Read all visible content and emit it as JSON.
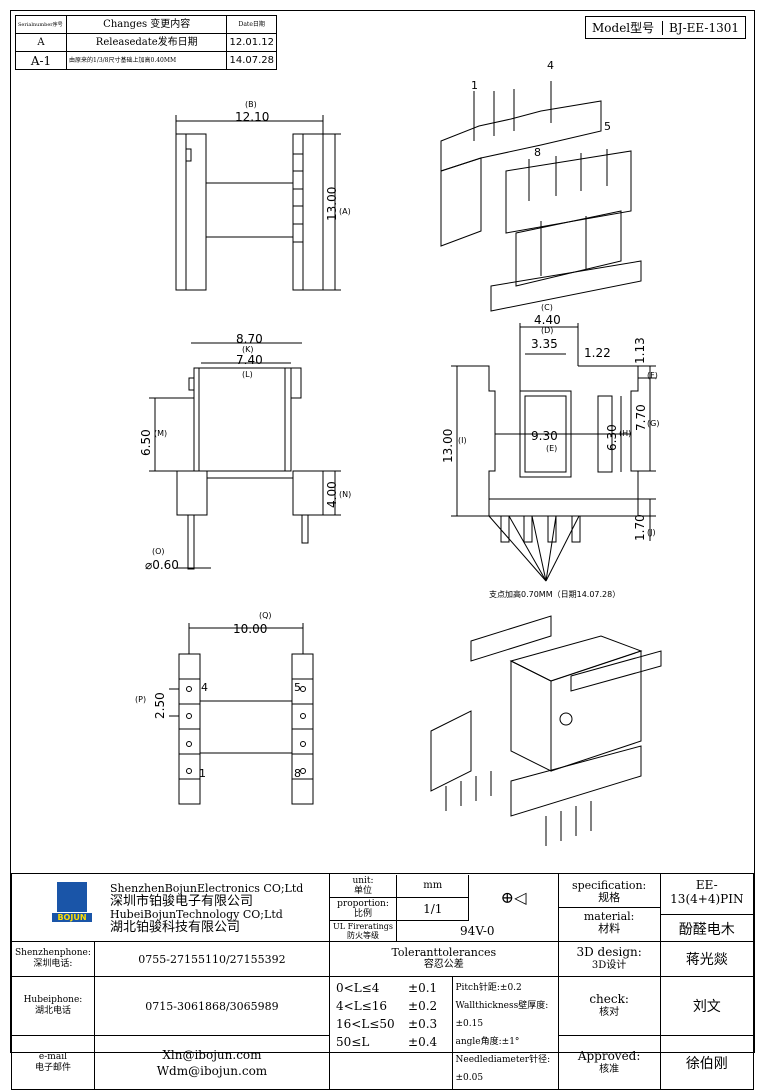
{
  "revision_table": {
    "headers": [
      "Serialnumber序号",
      "Changes 变更内容",
      "Date日期"
    ],
    "rows": [
      {
        "serial": "A",
        "change": "Releasedate发布日期",
        "date": "12.01.12"
      },
      {
        "serial": "A-1",
        "change": "由原来的1/3/8尺寸基础上加高0.40MM",
        "date": "14.07.28"
      }
    ]
  },
  "model": {
    "label": "Model型号",
    "value": "BJ-EE-1301"
  },
  "dims": {
    "front_width": "12.10",
    "front_width_tag": "(B)",
    "front_height": "13.00",
    "front_height_tag": "(A)",
    "k": "8.70",
    "k_tag": "(K)",
    "l": "7.40",
    "l_tag": "(L)",
    "m": "6.50",
    "m_tag": "(M)",
    "n": "4.00",
    "n_tag": "(N)",
    "o_tag": "(O)",
    "o": "⌀0.60",
    "q_tag": "(Q)",
    "q": "10.00",
    "p_tag": "(P)",
    "p": "2.50",
    "c_tag": "(C)",
    "c": "4.40",
    "d_tag": "(D)",
    "d": "3.35",
    "e1": "1.22",
    "f": "1.13",
    "f_tag": "(F)",
    "g": "7.70",
    "g_tag": "(G)",
    "h": "6.30",
    "h_tag": "(H)",
    "i": "13.00",
    "i_tag": "(I)",
    "e": "9.30",
    "e_tag": "(E)",
    "j": "1.70",
    "j_tag": "(J)",
    "note": "支点加高0.70MM（日期14.07.28）"
  },
  "pins": {
    "p1": "1",
    "p4": "4",
    "p5": "5",
    "p8": "8"
  },
  "title_block": {
    "company_en1": "ShenzhenBojunElectronics CO;Ltd",
    "company_cn1": "深圳市铂骏电子有限公司",
    "company_en2": "HubeiBojunTechnology CO;Ltd",
    "company_cn2": "湖北铂骏科技有限公司",
    "logo_text": "BOJUN",
    "unit_label": "unit:",
    "unit_cn": "单位",
    "unit_value": "mm",
    "proportion_label": "proportion:",
    "proportion_cn": "比例",
    "proportion_value": "1/1",
    "ul_label": "UL Fireratings",
    "ul_cn": "防火等级",
    "ul_value": "94V-0",
    "spec_label": "specification:",
    "spec_cn": "规格",
    "spec_value": "EE-13(4+4)PIN",
    "material_label": "material:",
    "material_cn": "材料",
    "material_value": "酚醛电木",
    "design_label": "3D design:",
    "design_cn": "3D设计",
    "design_value": "蒋光燚",
    "check_label": "check:",
    "check_cn": "核对",
    "check_value": "刘文",
    "approved_label": "Approved:",
    "approved_cn": "核准",
    "approved_value": "徐伯刚",
    "sz_phone_label": "Shenzhenphone:",
    "sz_phone_cn": "深圳电话:",
    "sz_phone": "0755-27155110/27155392",
    "hb_phone_label": "Hubeiphone:",
    "hb_phone_cn": "湖北电话",
    "hb_phone": "0715-3061868/3065989",
    "email_label": "e-mail",
    "email_cn": "电子邮件",
    "email1": "Xln@ibojun.com",
    "email2": "Wdm@ibojun.com",
    "tol_title": "Toleranttolerances",
    "tol_cn": "容忍公差",
    "tol_rows": [
      {
        "range": "0<L≤4",
        "val": "±0.1"
      },
      {
        "range": "4<L≤16",
        "val": "±0.2"
      },
      {
        "range": "16<L≤50",
        "val": "±0.3"
      },
      {
        "range": "50≤L",
        "val": "±0.4"
      }
    ],
    "tol_notes": [
      "Pitch针距:±0.2",
      "Wallthickness壁厚度:±0.15",
      "angle角度:±1°",
      "Needlediameter针径:±0.05"
    ]
  }
}
